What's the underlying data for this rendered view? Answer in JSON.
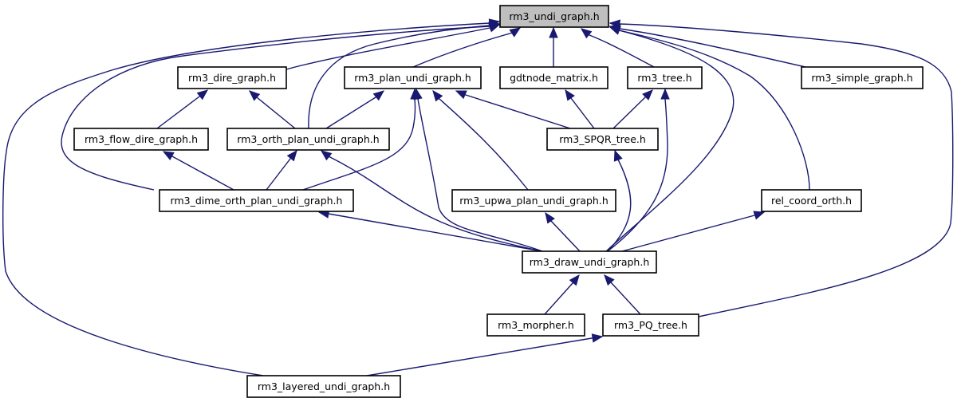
{
  "diagram": {
    "type": "include-dependency-graph",
    "root": "rm3_undi_graph.h",
    "edge_color": "#191970",
    "root_fill": "#bfbfbf",
    "nodes": [
      {
        "id": "undi",
        "label": "rm3_undi_graph.h",
        "root": true
      },
      {
        "id": "dire",
        "label": "rm3_dire_graph.h"
      },
      {
        "id": "plan",
        "label": "rm3_plan_undi_graph.h"
      },
      {
        "id": "gdt",
        "label": "gdtnode_matrix.h"
      },
      {
        "id": "tree",
        "label": "rm3_tree.h"
      },
      {
        "id": "simple",
        "label": "rm3_simple_graph.h"
      },
      {
        "id": "flow",
        "label": "rm3_flow_dire_graph.h"
      },
      {
        "id": "orth",
        "label": "rm3_orth_plan_undi_graph.h"
      },
      {
        "id": "spqr",
        "label": "rm3_SPQR_tree.h"
      },
      {
        "id": "dime",
        "label": "rm3_dime_orth_plan_undi_graph.h"
      },
      {
        "id": "upwa",
        "label": "rm3_upwa_plan_undi_graph.h"
      },
      {
        "id": "rel",
        "label": "rel_coord_orth.h"
      },
      {
        "id": "draw",
        "label": "rm3_draw_undi_graph.h"
      },
      {
        "id": "morph",
        "label": "rm3_morpher.h"
      },
      {
        "id": "pq",
        "label": "rm3_PQ_tree.h"
      },
      {
        "id": "layer",
        "label": "rm3_layered_undi_graph.h"
      }
    ],
    "edges": [
      {
        "from": "dire",
        "to": "undi"
      },
      {
        "from": "plan",
        "to": "undi"
      },
      {
        "from": "gdt",
        "to": "undi"
      },
      {
        "from": "tree",
        "to": "undi"
      },
      {
        "from": "simple",
        "to": "undi"
      },
      {
        "from": "orth",
        "to": "undi"
      },
      {
        "from": "dime",
        "to": "undi"
      },
      {
        "from": "layer",
        "to": "undi"
      },
      {
        "from": "draw",
        "to": "undi"
      },
      {
        "from": "rel",
        "to": "undi"
      },
      {
        "from": "pq",
        "to": "undi"
      },
      {
        "from": "flow",
        "to": "dire"
      },
      {
        "from": "orth",
        "to": "dire"
      },
      {
        "from": "orth",
        "to": "plan"
      },
      {
        "from": "spqr",
        "to": "plan"
      },
      {
        "from": "dime",
        "to": "plan"
      },
      {
        "from": "upwa",
        "to": "plan"
      },
      {
        "from": "draw",
        "to": "plan"
      },
      {
        "from": "spqr",
        "to": "gdt"
      },
      {
        "from": "spqr",
        "to": "tree"
      },
      {
        "from": "draw",
        "to": "tree"
      },
      {
        "from": "dime",
        "to": "flow"
      },
      {
        "from": "dime",
        "to": "orth"
      },
      {
        "from": "draw",
        "to": "orth"
      },
      {
        "from": "draw",
        "to": "spqr"
      },
      {
        "from": "draw",
        "to": "dime"
      },
      {
        "from": "draw",
        "to": "upwa"
      },
      {
        "from": "draw",
        "to": "rel"
      },
      {
        "from": "morph",
        "to": "draw"
      },
      {
        "from": "pq",
        "to": "draw"
      },
      {
        "from": "layer",
        "to": "pq"
      }
    ]
  }
}
